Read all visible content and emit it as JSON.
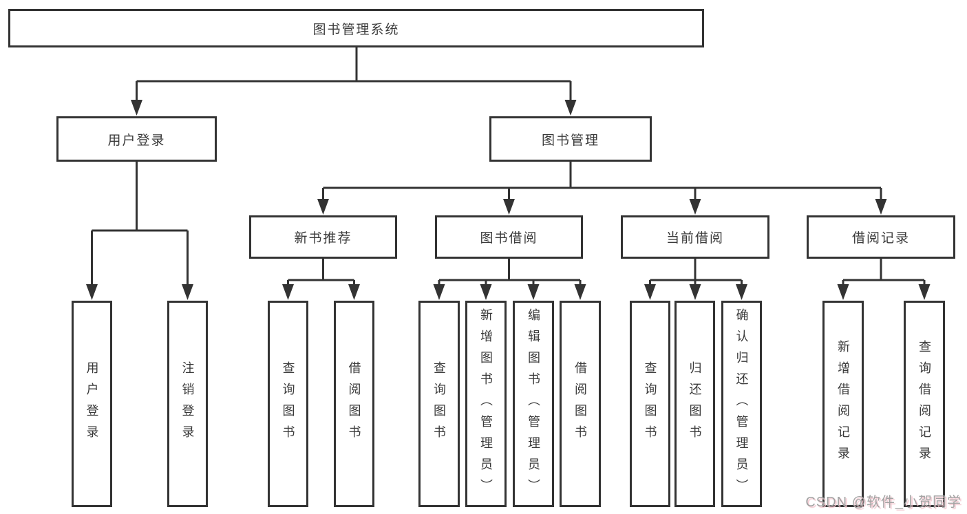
{
  "diagram": {
    "root": "图书管理系统",
    "user_login": {
      "label": "用户登录",
      "leaves": [
        "用户登录",
        "注销登录"
      ]
    },
    "book_management": {
      "label": "图书管理",
      "sections": [
        {
          "label": "新书推荐",
          "leaves": [
            "查询图书",
            "借阅图书"
          ]
        },
        {
          "label": "图书借阅",
          "leaves": [
            "查询图书",
            "新增图书（管理员）",
            "编辑图书（管理员）",
            "借阅图书"
          ]
        },
        {
          "label": "当前借阅",
          "leaves": [
            "查询图书",
            "归还图书",
            "确认归还（管理员）"
          ]
        },
        {
          "label": "借阅记录",
          "leaves": [
            "新增借阅记录",
            "查询借阅记录"
          ]
        }
      ]
    }
  },
  "watermark": {
    "text": "CSDN @软件_小贺同学"
  },
  "colors": {
    "line": "#333333",
    "text": "#3a3a3a",
    "background": "#ffffff",
    "watermark": "#a3a3a3",
    "watermark_shadow": "#f2c4cc"
  }
}
